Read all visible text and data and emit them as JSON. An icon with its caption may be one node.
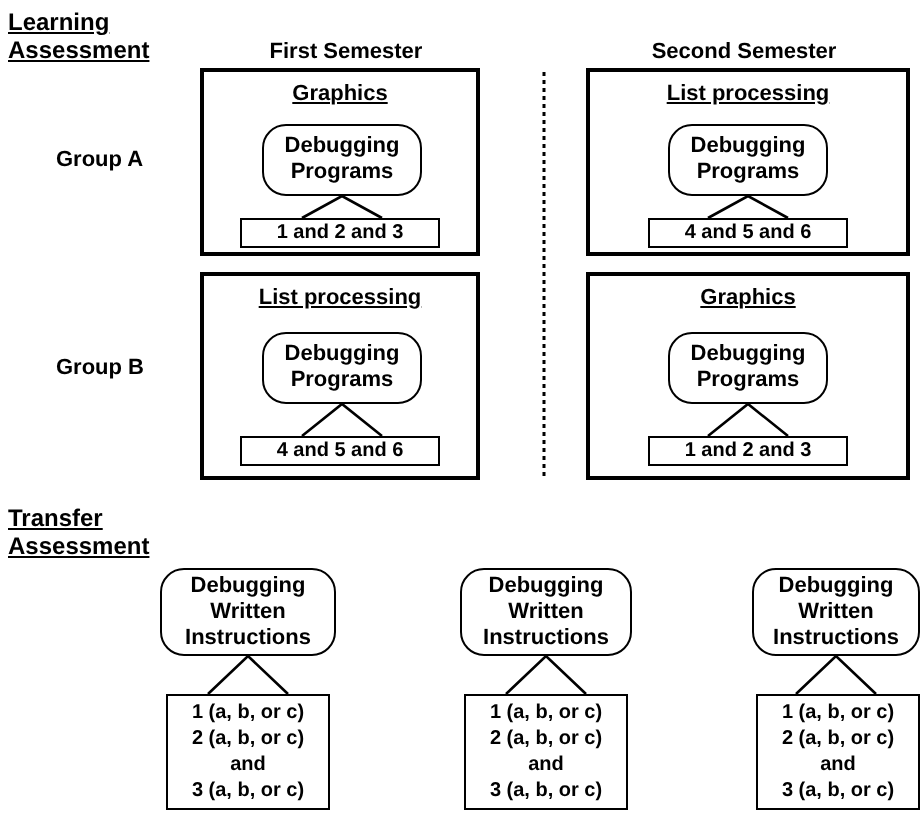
{
  "diagram": {
    "nodes": [
      {
        "text": [
          "Graphics"
        ]
      },
      {
        "text": [
          "Debugging Programs"
        ],
        "in": 0
      },
      {
        "text": [
          "1 and 2 and 3"
        ],
        "in": 0
      },
      {
        "text": [
          "List processing"
        ]
      },
      {
        "text": [
          "Debugging Programs"
        ],
        "in": 3
      },
      {
        "text": [
          "4 and 5 and 6"
        ],
        "in": 3
      },
      {
        "text": [
          "List processing"
        ]
      },
      {
        "text": [
          "Debugging Programs"
        ],
        "in": 6
      },
      {
        "text": [
          "4 and 5 and 6"
        ],
        "in": 6
      },
      {
        "text": [
          "Graphics"
        ]
      },
      {
        "text": [
          "Debugging Programs"
        ],
        "in": 9
      },
      {
        "text": [
          "1 and 2 and 3"
        ],
        "in": 9
      },
      {
        "text": [
          "Debugging Written Instructions"
        ]
      },
      {
        "text": [
          "1 (a, b, or c)",
          "2 (a, b, or c)",
          "and",
          "3 (a, b, or c)"
        ]
      },
      {
        "text": [
          "Debugging Written Instructions"
        ]
      },
      {
        "text": [
          "1 (a, b, or c)",
          "2 (a, b, or c)",
          "and",
          "3 (a, b, or c)"
        ]
      },
      {
        "text": [
          "Debugging Written Instructions"
        ]
      },
      {
        "text": [
          "1 (a, b, or c)",
          "2 (a, b, or c)",
          "and",
          "3 (a, b, or c)"
        ]
      }
    ],
    "edges": [
      {
        "from": 1,
        "to": 2,
        "arrow": "none"
      },
      {
        "from": 4,
        "to": 5,
        "arrow": "none"
      },
      {
        "from": 7,
        "to": 8,
        "arrow": "none"
      },
      {
        "from": 10,
        "to": 11,
        "arrow": "none"
      },
      {
        "from": 12,
        "to": 13,
        "arrow": "none"
      },
      {
        "from": 14,
        "to": 15,
        "arrow": "none"
      },
      {
        "from": 16,
        "to": 17,
        "arrow": "none"
      }
    ],
    "labels": [
      "Learning Assessment",
      "First Semester",
      "Second Semester",
      "Group A",
      "Group B",
      "Transfer Assessment"
    ]
  }
}
